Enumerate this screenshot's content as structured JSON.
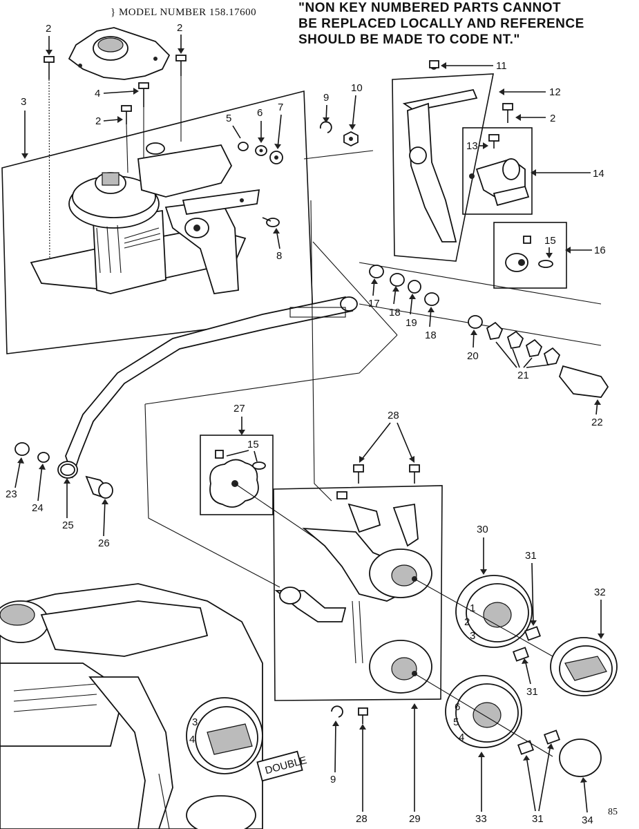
{
  "header": {
    "model_number": "} MODEL NUMBER 158.17600",
    "notice_lines": [
      "\"NON KEY NUMBERED PARTS CANNOT",
      "BE REPLACED LOCALLY AND REFERENCE",
      "SHOULD BE MADE TO CODE NT.\""
    ]
  },
  "callouts": [
    {
      "id": "c2a",
      "label": "2"
    },
    {
      "id": "c2b",
      "label": "2"
    },
    {
      "id": "c3",
      "label": "3"
    },
    {
      "id": "c4",
      "label": "4"
    },
    {
      "id": "c2c",
      "label": "2"
    },
    {
      "id": "c5",
      "label": "5"
    },
    {
      "id": "c6",
      "label": "6"
    },
    {
      "id": "c7",
      "label": "7"
    },
    {
      "id": "c8",
      "label": "8"
    },
    {
      "id": "c9a",
      "label": "9"
    },
    {
      "id": "c10",
      "label": "10"
    },
    {
      "id": "c11",
      "label": "11"
    },
    {
      "id": "c12",
      "label": "12"
    },
    {
      "id": "c2d",
      "label": "2"
    },
    {
      "id": "c13",
      "label": "13"
    },
    {
      "id": "c14",
      "label": "14"
    },
    {
      "id": "c15a",
      "label": "15"
    },
    {
      "id": "c16",
      "label": "16"
    },
    {
      "id": "c17",
      "label": "17"
    },
    {
      "id": "c18a",
      "label": "18"
    },
    {
      "id": "c19",
      "label": "19"
    },
    {
      "id": "c18b",
      "label": "18"
    },
    {
      "id": "c20",
      "label": "20"
    },
    {
      "id": "c21",
      "label": "21"
    },
    {
      "id": "c22",
      "label": "22"
    },
    {
      "id": "c27",
      "label": "27"
    },
    {
      "id": "c15b",
      "label": "15"
    },
    {
      "id": "c28a",
      "label": "28"
    },
    {
      "id": "c23",
      "label": "23"
    },
    {
      "id": "c24",
      "label": "24"
    },
    {
      "id": "c25",
      "label": "25"
    },
    {
      "id": "c26",
      "label": "26"
    },
    {
      "id": "c30",
      "label": "30"
    },
    {
      "id": "c31a",
      "label": "31"
    },
    {
      "id": "c32",
      "label": "32"
    },
    {
      "id": "c31b",
      "label": "31"
    },
    {
      "id": "c9b",
      "label": "9"
    },
    {
      "id": "c28b",
      "label": "28"
    },
    {
      "id": "c29",
      "label": "29"
    },
    {
      "id": "c33",
      "label": "33"
    },
    {
      "id": "c31c",
      "label": "31"
    },
    {
      "id": "c34",
      "label": "34"
    }
  ],
  "dial_numbers": {
    "upper": [
      "1",
      "2",
      "3"
    ],
    "lower": [
      "6",
      "5",
      "4"
    ],
    "inset": [
      "3",
      "4"
    ]
  },
  "inset_label": "DOUBLE",
  "page_id": "85"
}
